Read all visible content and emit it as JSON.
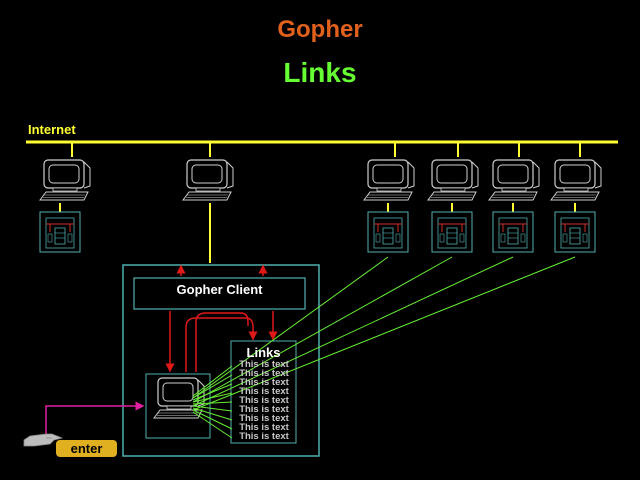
{
  "title": "Gopher",
  "subtitle": "Links",
  "network_label": "Internet",
  "client_label": "Gopher Client",
  "links_panel": {
    "title": "Links",
    "items": [
      "This is text",
      "This is text",
      "This is text",
      "This is text",
      "This is text",
      "This is text",
      "This is text",
      "This is text",
      "This is text"
    ]
  },
  "enter_label": "enter",
  "colors": {
    "title": "#e0601c",
    "subtitle": "#66ff33",
    "network": "#ffff33",
    "box_border": "#4fb0b0",
    "red_arrow": "#e01818",
    "magenta_arrow": "#e020a0",
    "green_link": "#66ee33",
    "enter_button": "#e0b020"
  },
  "icons": [
    "computer-icon",
    "server-rack-icon",
    "pointing-hand-icon"
  ]
}
